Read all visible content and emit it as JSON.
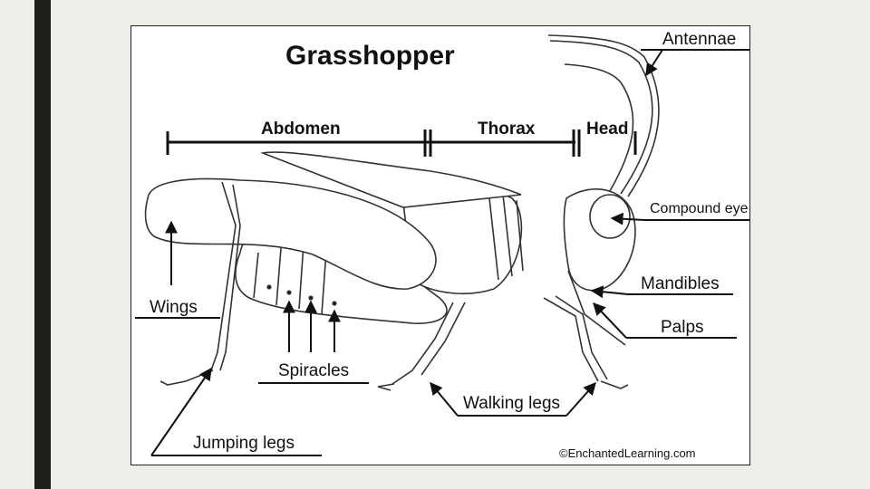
{
  "slide": {
    "accent_bar_color": "#1f1f1b",
    "background_color": "#efeee8"
  },
  "diagram": {
    "title": "Grasshopper",
    "sections": {
      "abdomen": "Abdomen",
      "thorax": "Thorax",
      "head": "Head"
    },
    "labels": {
      "antennae": "Antennae",
      "compound_eye": "Compound eye",
      "mandibles": "Mandibles",
      "palps": "Palps",
      "wings": "Wings",
      "spiracles": "Spiracles",
      "walking_legs": "Walking legs",
      "jumping_legs": "Jumping legs"
    },
    "credit": "©EnchantedLearning.com"
  }
}
